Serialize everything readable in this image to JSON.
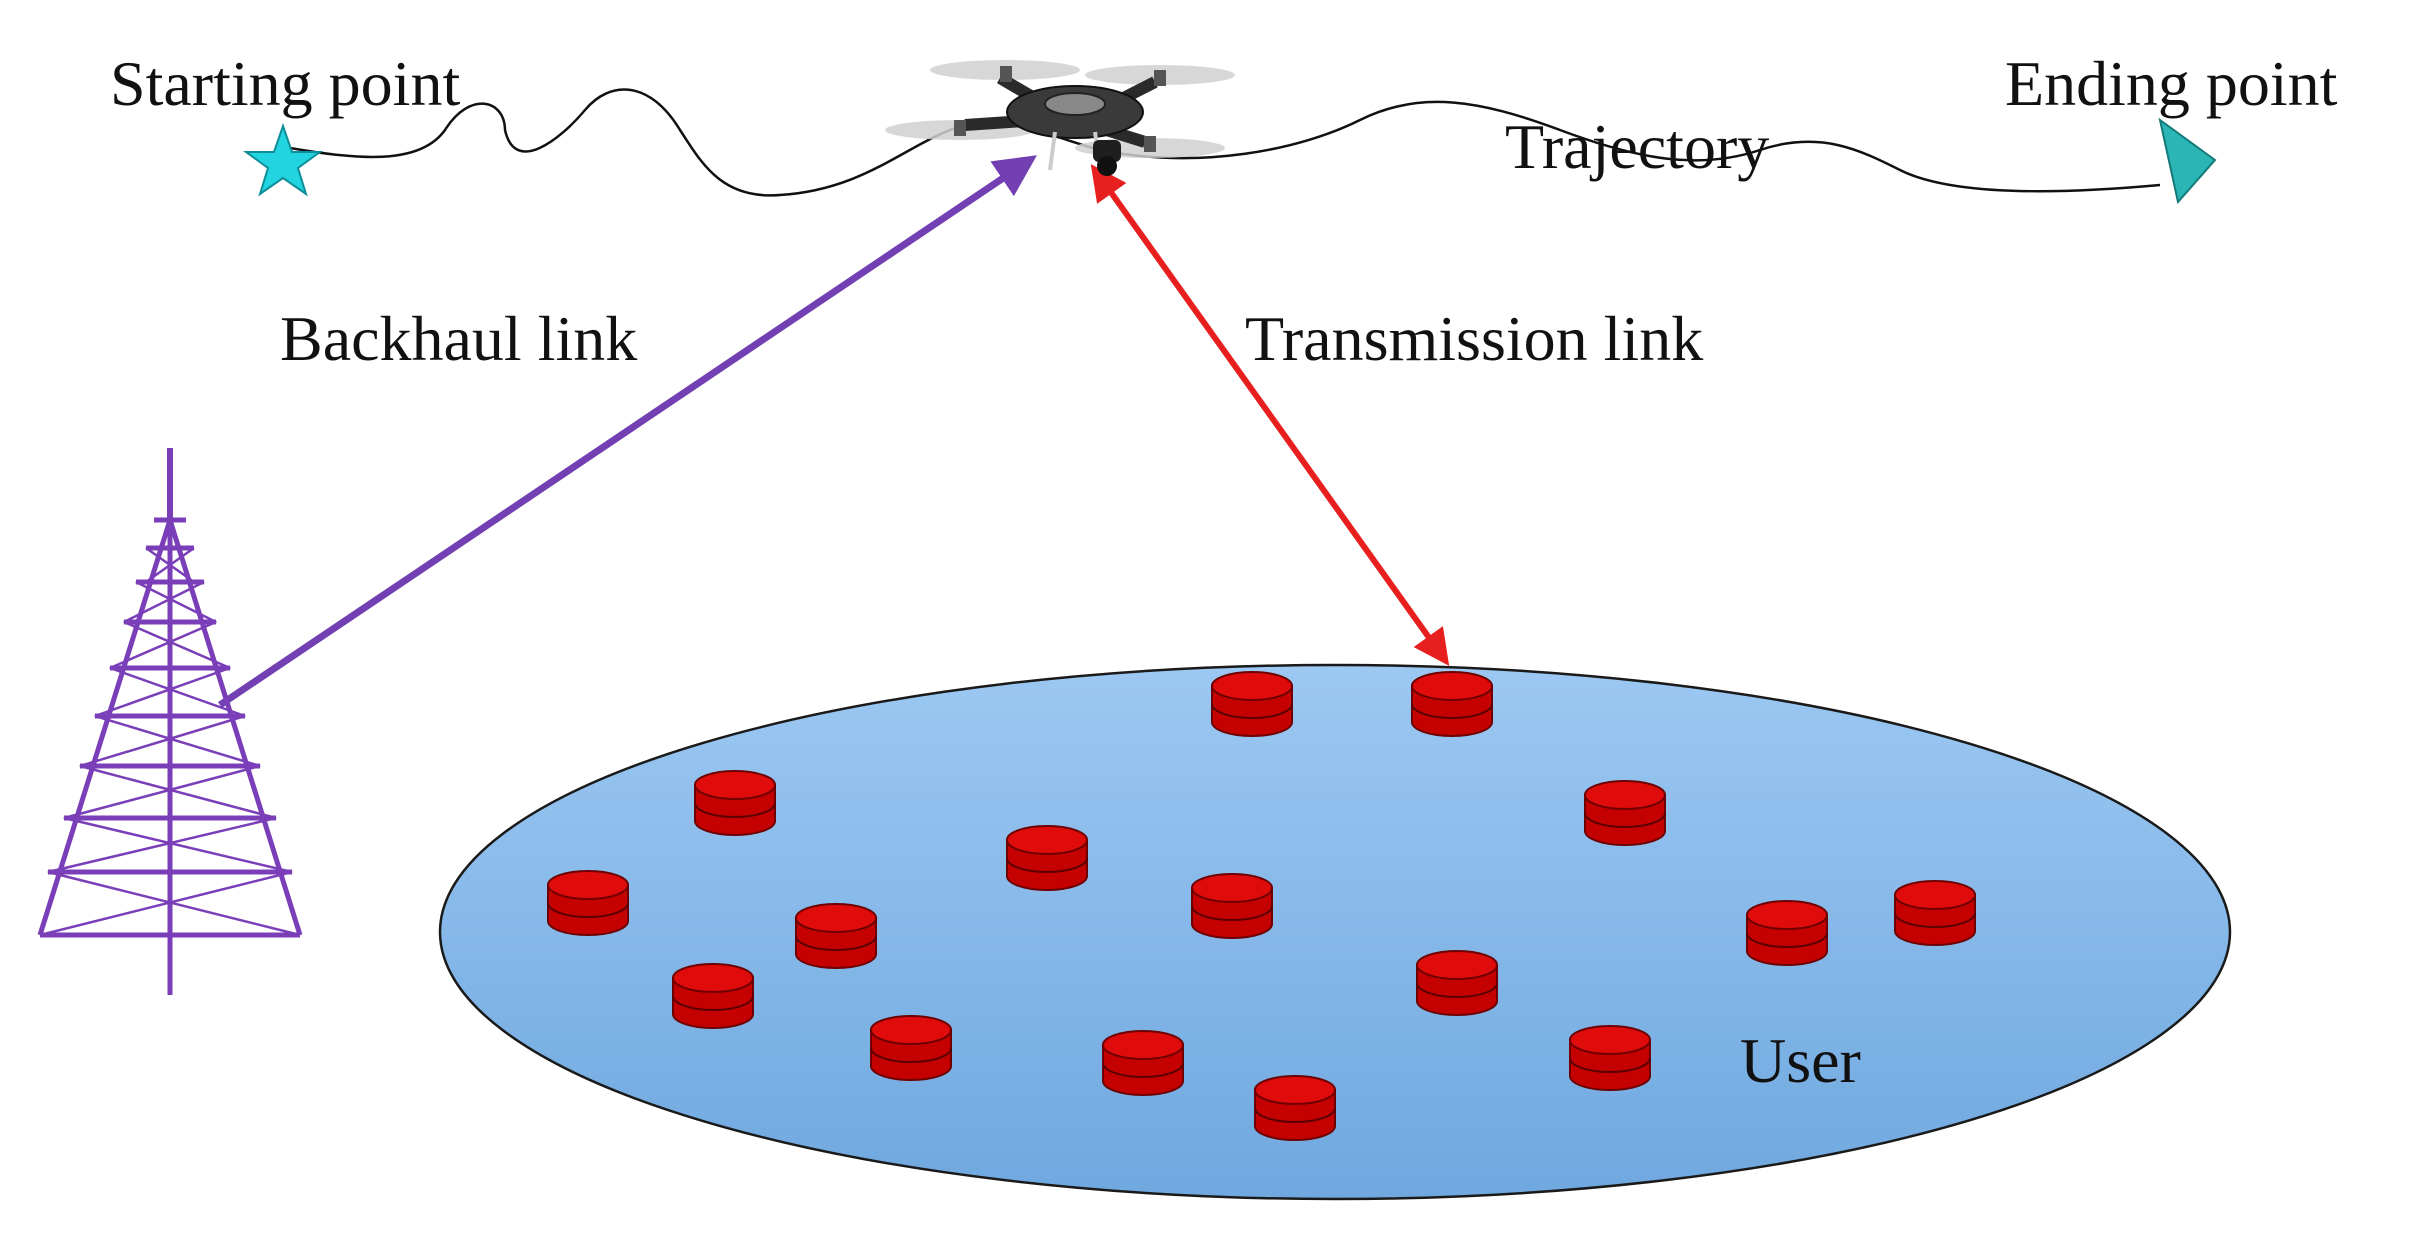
{
  "labels": {
    "start": "Starting point",
    "end": "Ending point",
    "trajectory": "Trajectory",
    "backhaul": "Backhaul link",
    "transmission": "Transmission link",
    "user": "User"
  },
  "colors": {
    "start_marker": "#22d3e0",
    "end_marker": "#2bb5b5",
    "backhaul": "#7340b3",
    "transmission": "#e81f1f",
    "tower": "#7a3fb8",
    "area_top": "#9cc8f2",
    "area_bottom": "#6fa8df",
    "user_fill": "#cc0000",
    "user_dark": "#8a0000"
  },
  "icons": {
    "start": "star-icon",
    "end": "triangle-icon",
    "uav": "drone-icon",
    "base_station": "tower-icon",
    "user": "cylinder-icon"
  }
}
